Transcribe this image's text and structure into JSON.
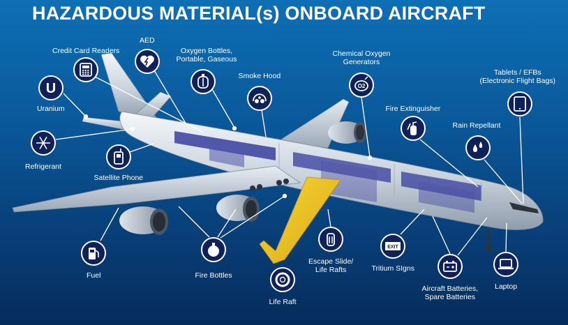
{
  "title": "HAZARDOUS MATERIAL(s) ONBOARD AIRCRAFT",
  "colors": {
    "background_top": "#0e6fb5",
    "background_bottom": "#062c5c",
    "icon_circle": "#0f2157",
    "icon_ring": "#ffffff",
    "escape_slide": "#f0c419",
    "cabin_seats": "#3b3f9e"
  },
  "items": [
    {
      "id": "credit-card-readers",
      "label": "Credit Card Readers",
      "icon": "card-reader-icon"
    },
    {
      "id": "aed",
      "label": "AED",
      "icon": "heart-defibrillator-icon"
    },
    {
      "id": "oxygen-bottles",
      "label": "Oxygen Bottles,\nPortable, Gaseous",
      "icon": "oxygen-bottle-icon"
    },
    {
      "id": "smoke-hood",
      "label": "Smoke Hood",
      "icon": "smoke-hood-icon"
    },
    {
      "id": "chemical-oxygen-generators",
      "label": "Chemical Oxygen\nGenerators",
      "icon": "o2-generator-icon"
    },
    {
      "id": "tablets-efbs",
      "label": "Tablets / EFBs\n(Electronic Flight Bags)",
      "icon": "tablet-icon"
    },
    {
      "id": "uranium",
      "label": "Uranium",
      "icon": "uranium-icon"
    },
    {
      "id": "refrigerant",
      "label": "Refrigerant",
      "icon": "snowflake-icon"
    },
    {
      "id": "satellite-phone",
      "label": "Satellite Phone",
      "icon": "satellite-phone-icon"
    },
    {
      "id": "fire-extinguisher",
      "label": "Fire Extinguisher",
      "icon": "fire-extinguisher-icon"
    },
    {
      "id": "rain-repellant",
      "label": "Rain Repellant",
      "icon": "rain-drops-icon"
    },
    {
      "id": "fuel",
      "label": "Fuel",
      "icon": "fuel-pump-icon"
    },
    {
      "id": "fire-bottles",
      "label": "Fire Bottles",
      "icon": "fire-bottle-icon"
    },
    {
      "id": "life-raft",
      "label": "Life Raft",
      "icon": "life-raft-icon"
    },
    {
      "id": "escape-slide",
      "label": "Escape Slide/\nLife Rafts",
      "icon": "escape-slide-icon"
    },
    {
      "id": "tritium-signs",
      "label": "Tritium SIgns",
      "icon": "exit-sign-icon",
      "icon_text": "EXIT"
    },
    {
      "id": "aircraft-batteries",
      "label": "Aircraft Batteries,\nSpare Batteries",
      "icon": "battery-icon"
    },
    {
      "id": "laptop",
      "label": "Laptop",
      "icon": "laptop-icon"
    }
  ]
}
